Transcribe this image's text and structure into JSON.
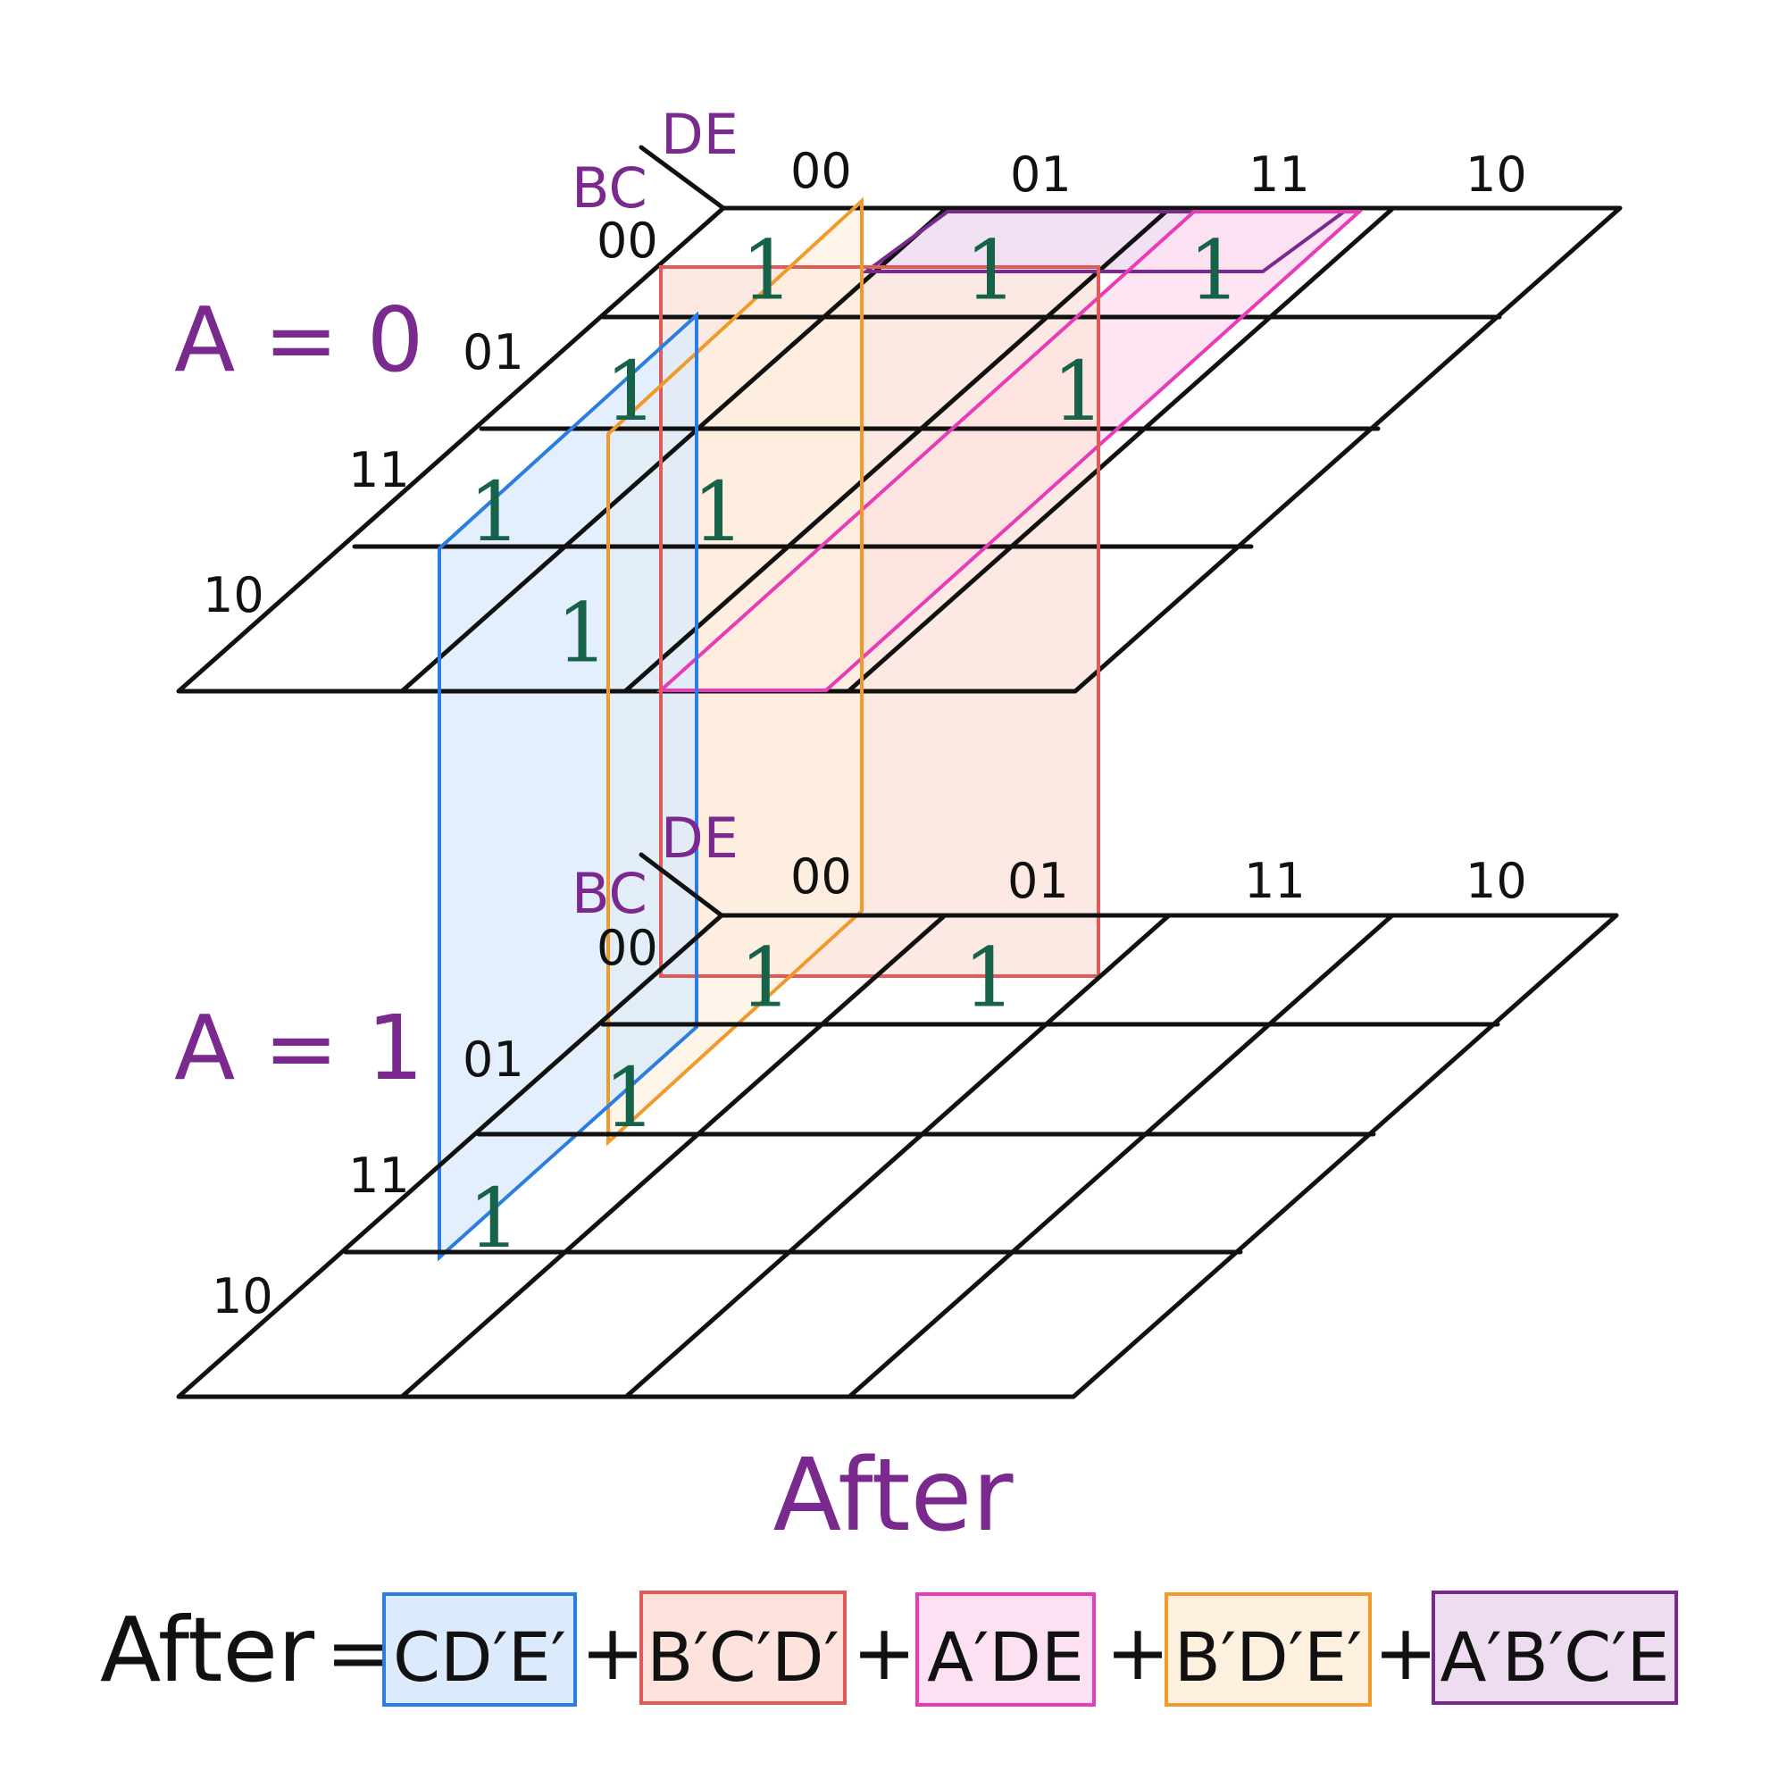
{
  "maps": [
    {
      "a_label": "A = 0",
      "row_var": "BC",
      "col_var": "DE",
      "col_labels": [
        "00",
        "01",
        "11",
        "10"
      ],
      "row_labels": [
        "00",
        "01",
        "11",
        "10"
      ],
      "ones": [
        [
          0,
          0
        ],
        [
          0,
          1
        ],
        [
          0,
          2
        ],
        [
          1,
          0
        ],
        [
          1,
          2
        ],
        [
          2,
          0
        ],
        [
          2,
          1
        ],
        [
          3,
          1
        ]
      ]
    },
    {
      "a_label": "A = 1",
      "row_var": "BC",
      "col_var": "DE",
      "col_labels": [
        "00",
        "01",
        "11",
        "10"
      ],
      "row_labels": [
        "00",
        "01",
        "11",
        "10"
      ],
      "ones": [
        [
          0,
          0
        ],
        [
          0,
          1
        ],
        [
          1,
          0
        ],
        [
          2,
          0
        ]
      ]
    }
  ],
  "one_symbol": "1",
  "groups": [
    {
      "id": "blue",
      "term": "CD′E′",
      "stroke": "#2a7de1",
      "fill": "#dcebfb"
    },
    {
      "id": "red",
      "term": "B′C′D′",
      "stroke": "#e05a5a",
      "fill": "#fde3dc"
    },
    {
      "id": "pink",
      "term": "A′DE",
      "stroke": "#e83bb8",
      "fill": "#fde0f1"
    },
    {
      "id": "orange",
      "term": "B′D′E′",
      "stroke": "#ef9a2a",
      "fill": "#fef0de"
    },
    {
      "id": "purple",
      "term": "A′B′C′E",
      "stroke": "#7a2a8e",
      "fill": "#eedcf0"
    }
  ],
  "title": "After",
  "equation": {
    "lhs": "After",
    "equals": "=",
    "plus": "+"
  }
}
